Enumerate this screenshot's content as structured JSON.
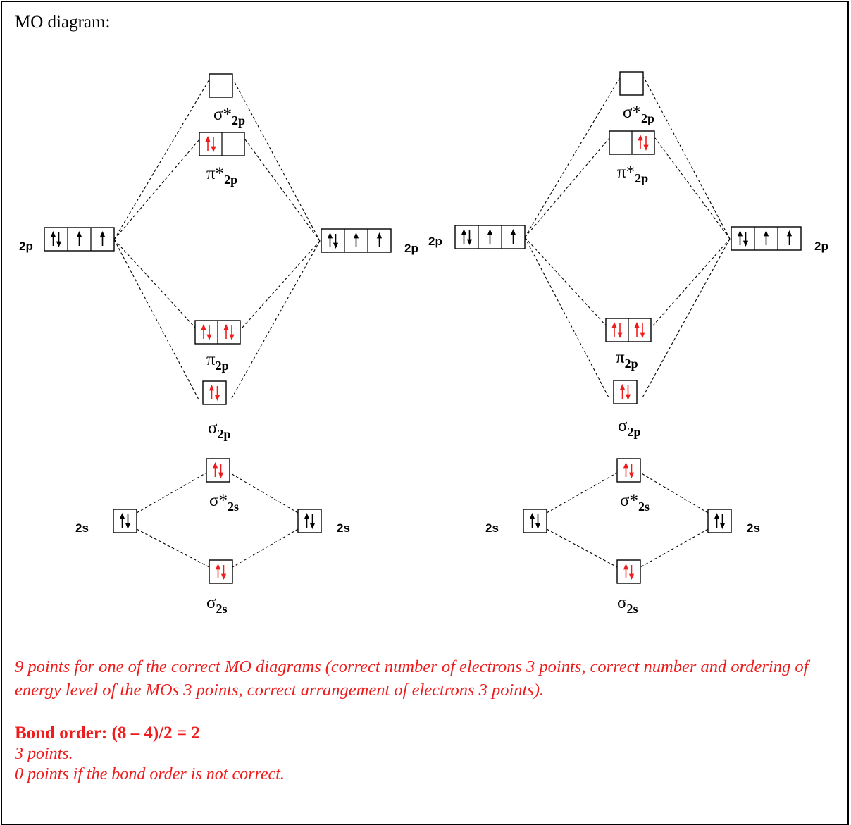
{
  "heading": "MO diagram:",
  "colors": {
    "electron_mo": "#ee1c1c",
    "electron_ao": "#000000"
  },
  "diagrams": [
    {
      "levels": {
        "sigma_star_2p": {
          "sym": "σ*",
          "sub": "2p",
          "electrons": [
            []
          ]
        },
        "pi_star_2p": {
          "sym": "π*",
          "sub": "2p",
          "electrons": [
            [
              "up",
              "down"
            ],
            []
          ]
        },
        "pi_2p": {
          "sym": "π",
          "sub": "2p",
          "electrons": [
            [
              "up",
              "down"
            ],
            [
              "up",
              "down"
            ]
          ]
        },
        "sigma_2p": {
          "sym": "σ",
          "sub": "2p",
          "electrons": [
            [
              "up",
              "down"
            ]
          ]
        },
        "sigma_star_2s": {
          "sym": "σ*",
          "sub": "2s",
          "electrons": [
            [
              "up",
              "down"
            ]
          ]
        },
        "sigma_2s": {
          "sym": "σ",
          "sub": "2s",
          "electrons": [
            [
              "up",
              "down"
            ]
          ]
        }
      },
      "atoms": {
        "left_2p": {
          "label": "2p",
          "electrons": [
            [
              "up",
              "down"
            ],
            [
              "up"
            ],
            [
              "up"
            ]
          ]
        },
        "right_2p": {
          "label": "2p",
          "electrons": [
            [
              "up",
              "down"
            ],
            [
              "up"
            ],
            [
              "up"
            ]
          ]
        },
        "left_2s": {
          "label": "2s",
          "electrons": [
            [
              "up",
              "down"
            ]
          ]
        },
        "right_2s": {
          "label": "2s",
          "electrons": [
            [
              "up",
              "down"
            ]
          ]
        }
      }
    },
    {
      "levels": {
        "sigma_star_2p": {
          "sym": "σ*",
          "sub": "2p",
          "electrons": [
            []
          ]
        },
        "pi_star_2p": {
          "sym": "π*",
          "sub": "2p",
          "electrons": [
            [],
            [
              "up",
              "down"
            ]
          ]
        },
        "pi_2p": {
          "sym": "π",
          "sub": "2p",
          "electrons": [
            [
              "up",
              "down"
            ],
            [
              "up",
              "down"
            ]
          ]
        },
        "sigma_2p": {
          "sym": "σ",
          "sub": "2p",
          "electrons": [
            [
              "up",
              "down"
            ]
          ]
        },
        "sigma_star_2s": {
          "sym": "σ*",
          "sub": "2s",
          "electrons": [
            [
              "up",
              "down"
            ]
          ]
        },
        "sigma_2s": {
          "sym": "σ",
          "sub": "2s",
          "electrons": [
            [
              "up",
              "down"
            ]
          ]
        }
      },
      "atoms": {
        "left_2p": {
          "label": "2p",
          "electrons": [
            [
              "up",
              "down"
            ],
            [
              "up"
            ],
            [
              "up"
            ]
          ]
        },
        "right_2p": {
          "label": "2p",
          "electrons": [
            [
              "up",
              "down"
            ],
            [
              "up"
            ],
            [
              "up"
            ]
          ]
        },
        "left_2s": {
          "label": "2s",
          "electrons": [
            [
              "up",
              "down"
            ]
          ]
        },
        "right_2s": {
          "label": "2s",
          "electrons": [
            [
              "up",
              "down"
            ]
          ]
        }
      }
    }
  ],
  "scoring_note": "9 points for one of the correct MO diagrams (correct number of electrons 3 points, correct number and ordering of energy level of the MOs 3 points, correct arrangement of electrons 3 points).",
  "bond_order": "Bond order: (8 – 4)/2 = 2",
  "bond_order_points": "3 points.",
  "bond_order_zero": "0 points if the bond order is not correct."
}
